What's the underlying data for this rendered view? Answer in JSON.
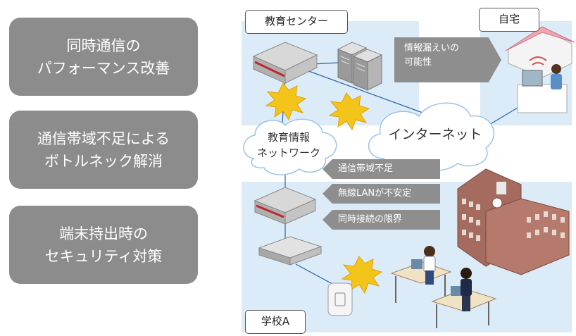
{
  "cards": [
    {
      "line1": "同時通信の",
      "line2": "パフォーマンス改善"
    },
    {
      "line1": "通信帯域不足による",
      "line2": "ボトルネック解消"
    },
    {
      "line1": "端末持出時の",
      "line2": "セキュリティ対策"
    }
  ],
  "diagram": {
    "tag_center": "教育センター",
    "tag_home": "自宅",
    "tag_school": "学校A",
    "leak_label": {
      "line1": "情報漏えいの",
      "line2": "可能性"
    },
    "internet_cloud": "インターネット",
    "edu_cloud": {
      "line1": "教育情報",
      "line2": "ネットワーク"
    },
    "issues": [
      "通信帯域不足",
      "無線LANが不安定",
      "同時接続の限界"
    ]
  },
  "colors": {
    "zone_bg": "#dcebf8",
    "card_bg": "#8c8c8c",
    "label_bg": "#8e8e8e",
    "burst": "#f3c51b"
  }
}
